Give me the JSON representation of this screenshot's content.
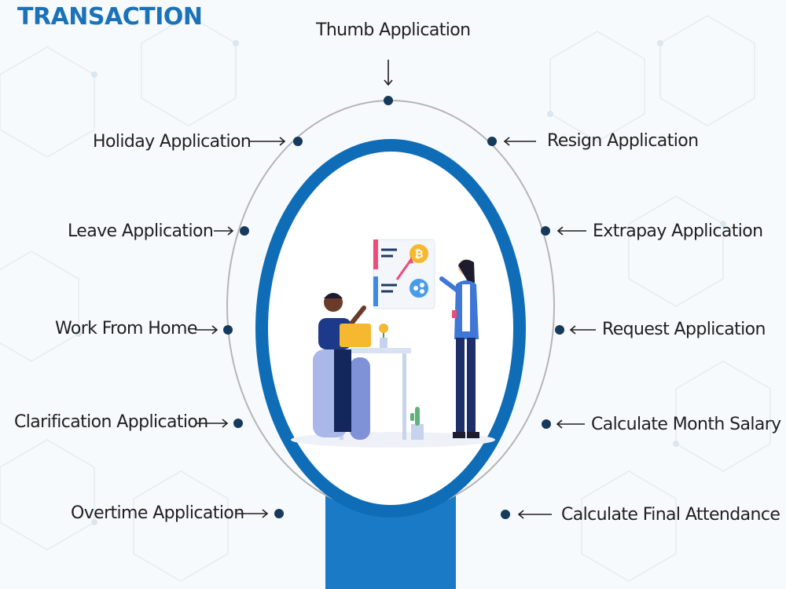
{
  "title": "TRANSACTION",
  "items": {
    "thumb": "Thumb Application",
    "holiday": "Holiday Application",
    "leave": "Leave Application",
    "wfh": "Work From Home",
    "clarification": "Clarification Application",
    "overtime": "Overtime Application",
    "resign": "Resign Application",
    "extrapay": "Extrapay Application",
    "request": "Request Application",
    "month_salary": "Calculate Month Salary",
    "final_attendance": "Calculate Final Attendance"
  },
  "colors": {
    "title": "#1a72b8",
    "ring": "#0f6db7",
    "stand": "#1a7ac5",
    "dot": "#163a5c",
    "orbit": "#b5b5b5"
  },
  "icons": [
    "bitcoin-coin-icon",
    "ripple-coin-icon",
    "trend-arrow-icon",
    "cactus-pot-icon",
    "flower-pot-icon"
  ]
}
